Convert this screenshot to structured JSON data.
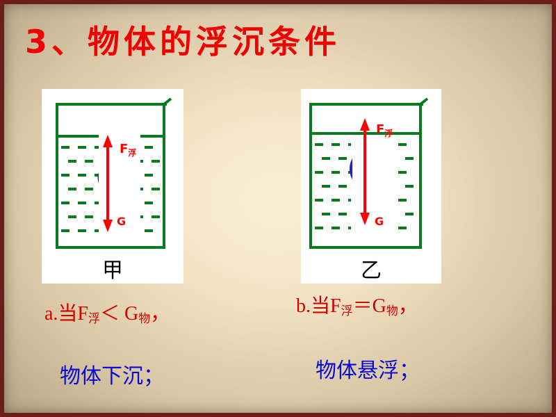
{
  "title": "3、物体的浮沉条件",
  "figures": [
    {
      "label": "甲",
      "force_up": "F",
      "force_up_sub": "浮",
      "force_down": "G",
      "state": "sinking"
    },
    {
      "label": "乙",
      "force_up": "F",
      "force_up_sub": "浮",
      "force_down": "G",
      "state": "suspended"
    }
  ],
  "conditions": [
    {
      "prefix": "a.当F",
      "sub1": "浮",
      "relation": "＜ G",
      "sub2": "物",
      "suffix": "，",
      "result": "物体下沉；"
    },
    {
      "prefix": "b.当F",
      "sub1": "浮",
      "relation": "＝G",
      "sub2": "物",
      "suffix": "，",
      "result": "物体悬浮；"
    }
  ],
  "colors": {
    "frame": "#6b1e17",
    "title": "#f00000",
    "beaker": "#0a7a1e",
    "arrow": "#ff0000",
    "object": "#2a1fd0",
    "result": "#0a0ad6"
  }
}
